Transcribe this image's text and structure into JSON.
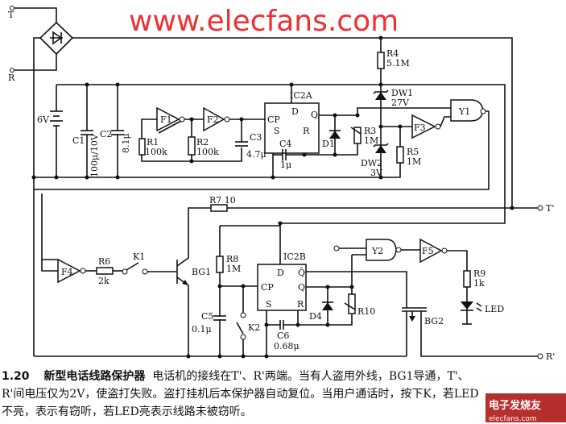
{
  "terminals": {
    "t": "T",
    "r": "R",
    "t_out": "T'",
    "r_out": "R'"
  },
  "components": {
    "battery": "6V",
    "c1": "C1",
    "c1_val": "100μ/10V",
    "c2": "C2",
    "c2_val": "8.1μ",
    "f1": "F1",
    "f2": "F2",
    "f3": "F3",
    "f4": "F4",
    "f5": "F5",
    "r1": "R1",
    "r1_val": "100k",
    "r2": "R2",
    "r2_val": "100k",
    "c3": "C3",
    "c3_val": "4.7μ",
    "ic2a": "IC2A",
    "ic2b": "IC2B",
    "pin_d": "D",
    "pin_cp": "CP",
    "pin_s": "S",
    "pin_r": "R",
    "pin_q": "Q",
    "pin_qbar": "Q̄",
    "c4": "C4",
    "c4_val": "1μ",
    "d1": "D1",
    "r3": "R3",
    "r3_val": "1M",
    "r4": "R4",
    "r4_val": "5.1M",
    "dw1": "DW1",
    "dw1_val": "27V",
    "dw2": "DW2",
    "dw2_val": "3V",
    "r5": "R5",
    "r5_val": "1M",
    "y1": "Y1",
    "y2": "Y2",
    "r7": "R7 10",
    "r6": "R6",
    "r6_val": "2k",
    "k1": "K1",
    "bg1": "BG1",
    "r8": "R8",
    "r8_val": "1M",
    "c5": "C5",
    "c5_val": "0.1μ",
    "k2": "K2",
    "c6": "C6",
    "c6_val": "0.68μ",
    "d4": "D4",
    "r10": "R10",
    "bg2": "BG2",
    "r9": "R9",
    "r9_val": "1k",
    "led": "LED"
  },
  "watermark": "www.elecfans.com",
  "caption": {
    "number": "1.20",
    "title": "新型电话线路保护器",
    "body": "电话机的接线在T'、R'两端。当有人盗用外线，BG1导通，T'、R'间电压仅为2V，使盗打失败。盗打挂机后本保护器自动复位。当用户通话时，按下K，若LED不亮，表示有窃听，若LED亮表示线路未被窃听。"
  },
  "logo": {
    "cn": "电子发烧友",
    "en": "elecfans.com"
  }
}
